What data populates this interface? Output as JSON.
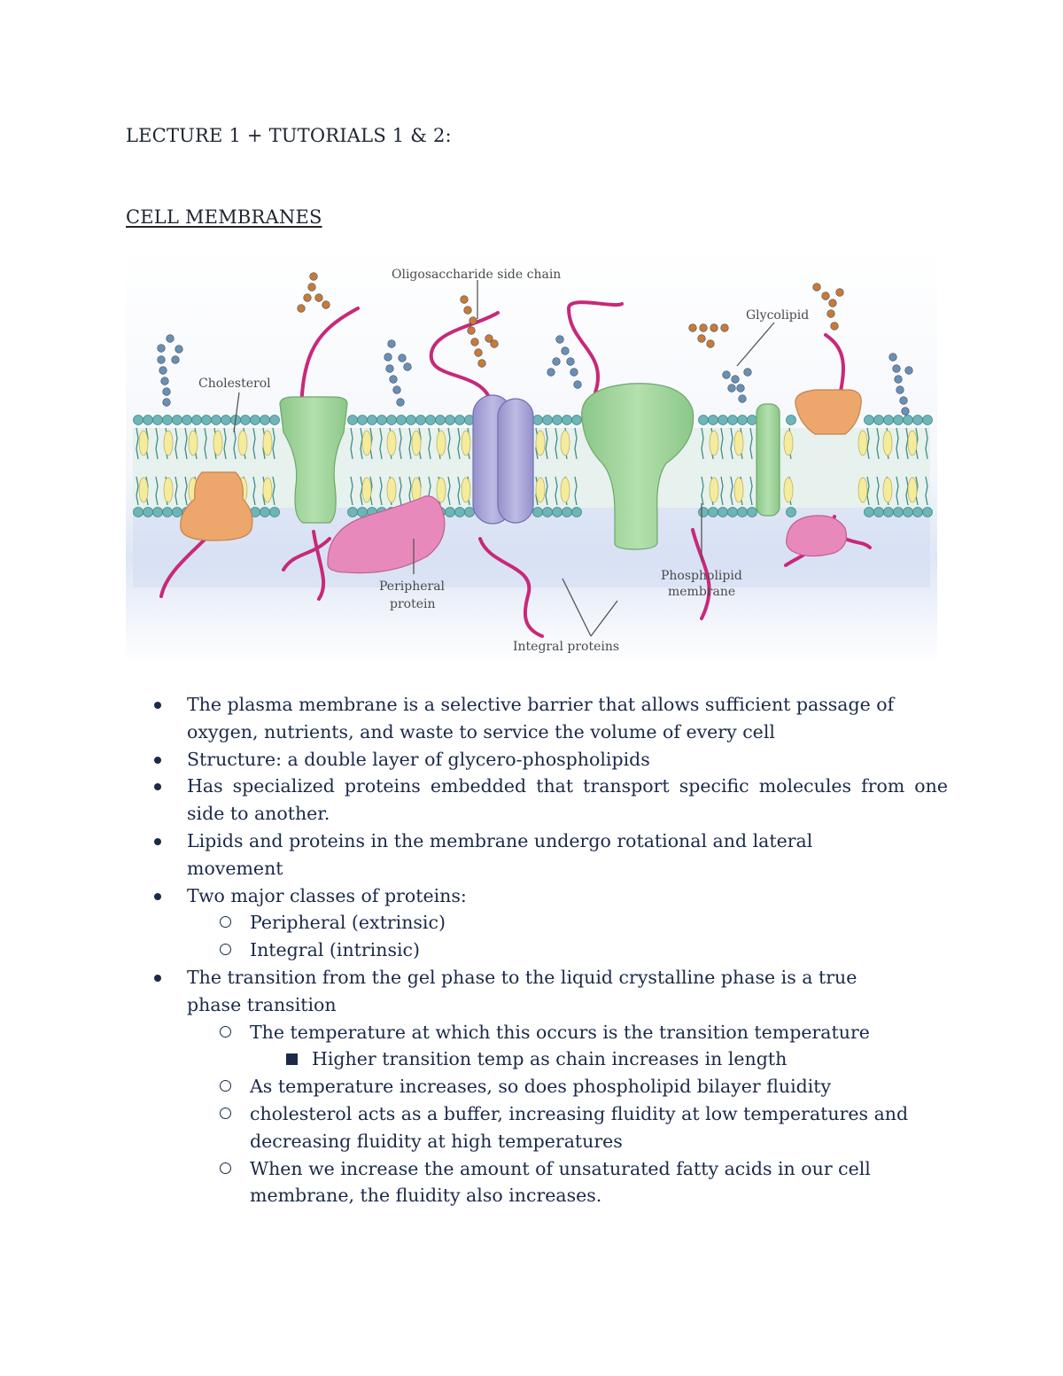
{
  "header": {
    "lecture": "LECTURE 1 + TUTORIALS 1 & 2:",
    "section": "CELL MEMBRANES"
  },
  "diagram": {
    "labels": {
      "oligosaccharide": "Oligosaccharide side chain",
      "glycolipid": "Glycolipid",
      "cholesterol": "Cholesterol",
      "peripheral_1": "Peripheral",
      "peripheral_2": "protein",
      "phospholipid_1": "Phospholipid",
      "phospholipid_2": "membrane",
      "integral": "Integral proteins"
    },
    "colors": {
      "tail_chain": "#c8287a",
      "integral_green": "#9fd49a",
      "integral_purple": "#a9a6d8",
      "orange_protein": "#eda76c",
      "peripheral_pink": "#e889bb",
      "lipid_head": "#6fb4b8",
      "cholesterol_yellow": "#f4ec9c"
    }
  },
  "bullets": [
    {
      "level": 1,
      "lines": [
        "The plasma membrane is a selective barrier that allows sufficient passage of",
        "oxygen, nutrients, and waste to service the volume of every cell"
      ]
    },
    {
      "level": 1,
      "lines": [
        "Structure: a double layer of glycero-phospholipids"
      ]
    },
    {
      "level": 1,
      "justify_first": true,
      "lines": [
        "Has specialized proteins embedded that transport specific molecules from one",
        "side to another."
      ]
    },
    {
      "level": 1,
      "lines": [
        "Lipids and proteins in the membrane undergo rotational and lateral",
        "movement"
      ]
    },
    {
      "level": 1,
      "lines": [
        "Two major classes of proteins:"
      ]
    },
    {
      "level": 2,
      "lines": [
        "Peripheral (extrinsic)"
      ]
    },
    {
      "level": 2,
      "lines": [
        "Integral (intrinsic)"
      ]
    },
    {
      "level": 1,
      "lines": [
        "The transition from the gel phase to the liquid crystalline phase is a true",
        "phase transition"
      ]
    },
    {
      "level": 2,
      "lines": [
        "The temperature at which this occurs is the transition temperature"
      ]
    },
    {
      "level": 3,
      "lines": [
        "Higher transition temp as chain increases in length"
      ]
    },
    {
      "level": 2,
      "lines": [
        "As temperature increases, so does phospholipid bilayer fluidity"
      ]
    },
    {
      "level": 2,
      "lines": [
        "cholesterol acts as a buffer, increasing fluidity at low temperatures and",
        "decreasing fluidity at high temperatures"
      ]
    },
    {
      "level": 2,
      "lines": [
        "When we increase the amount of unsaturated fatty acids in our cell",
        "membrane, the fluidity also increases."
      ]
    }
  ]
}
